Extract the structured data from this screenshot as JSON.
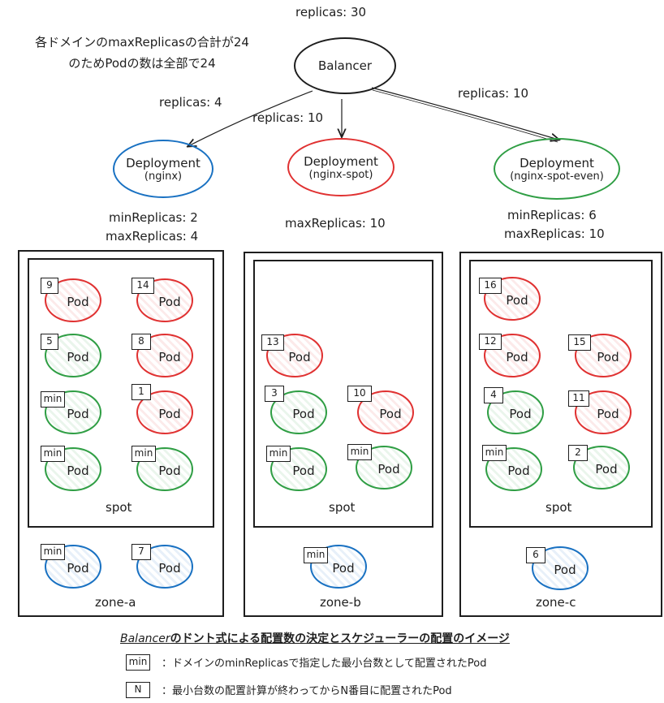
{
  "top": {
    "replicas_total": "replicas: 30",
    "note_line1": "各ドメインのmaxReplicasの合計が24",
    "note_line2": "のためPodの数は全部で24",
    "balancer": "Balancer"
  },
  "edges": {
    "to_nginx": "replicas: 4",
    "to_nginx_spot": "replicas: 10",
    "to_nginx_spot_even": "replicas: 10"
  },
  "deployments": [
    {
      "title": "Deployment",
      "name": "(nginx)",
      "line1": "minReplicas: 2",
      "line2": "maxReplicas: 4",
      "color": "#1971c2"
    },
    {
      "title": "Deployment",
      "name": "(nginx-spot)",
      "line1": "maxReplicas: 10",
      "color": "#e03131"
    },
    {
      "title": "Deployment",
      "name": "(nginx-spot-even)",
      "line1": "minReplicas: 6",
      "line2": "maxReplicas: 10",
      "color": "#2f9e44"
    }
  ],
  "zones": [
    {
      "spot_label": "spot",
      "zone_label": "zone-a",
      "pods": [
        {
          "badge": "9",
          "label": "Pod",
          "color": "red"
        },
        {
          "badge": "14",
          "label": "Pod",
          "color": "red"
        },
        {
          "badge": "5",
          "label": "Pod",
          "color": "green"
        },
        {
          "badge": "8",
          "label": "Pod",
          "color": "red"
        },
        {
          "badge": "min",
          "label": "Pod",
          "color": "green"
        },
        {
          "badge": "1",
          "label": "Pod",
          "color": "red"
        },
        {
          "badge": "min",
          "label": "Pod",
          "color": "green"
        },
        {
          "badge": "min",
          "label": "Pod",
          "color": "green"
        },
        {
          "badge": "min",
          "label": "Pod",
          "color": "blue"
        },
        {
          "badge": "7",
          "label": "Pod",
          "color": "blue"
        }
      ]
    },
    {
      "spot_label": "spot",
      "zone_label": "zone-b",
      "pods": [
        {
          "badge": "13",
          "label": "Pod",
          "color": "red"
        },
        {
          "badge": "3",
          "label": "Pod",
          "color": "green"
        },
        {
          "badge": "10",
          "label": "Pod",
          "color": "red"
        },
        {
          "badge": "min",
          "label": "Pod",
          "color": "green"
        },
        {
          "badge": "min",
          "label": "Pod",
          "color": "green"
        },
        {
          "badge": "min",
          "label": "Pod",
          "color": "blue"
        }
      ]
    },
    {
      "spot_label": "spot",
      "zone_label": "zone-c",
      "pods": [
        {
          "badge": "16",
          "label": "Pod",
          "color": "red"
        },
        {
          "badge": "12",
          "label": "Pod",
          "color": "red"
        },
        {
          "badge": "15",
          "label": "Pod",
          "color": "red"
        },
        {
          "badge": "4",
          "label": "Pod",
          "color": "green"
        },
        {
          "badge": "11",
          "label": "Pod",
          "color": "red"
        },
        {
          "badge": "min",
          "label": "Pod",
          "color": "green"
        },
        {
          "badge": "2",
          "label": "Pod",
          "color": "green"
        },
        {
          "badge": "6",
          "label": "Pod",
          "color": "blue"
        }
      ]
    }
  ],
  "legend": {
    "title_prefix": "Balancer",
    "title_rest": "のドント式による配置数の決定とスケジューラーの配置のイメージ",
    "min_badge": "min",
    "min_text": "：ドメインのminReplicasで指定した最小台数として配置されたPod",
    "n_badge": "N",
    "n_text": "：最小台数の配置計算が終わってからN番目に配置されたPod"
  }
}
